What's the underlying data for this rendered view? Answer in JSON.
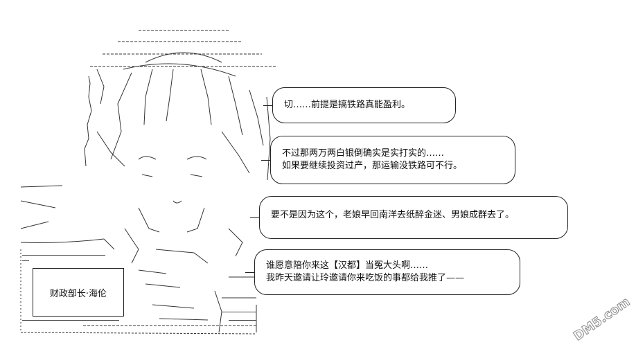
{
  "bubbles": [
    {
      "lines": [
        "切……前提是搞铁路真能盈利。"
      ]
    },
    {
      "lines": [
        "不过那两万两白银倒确实是实打实的……",
        "如果要继续投资过产，那运输没铁路可不行。"
      ]
    },
    {
      "lines": [
        "要不是因为这个，老娘早回南洋去纸醉金迷、男娘成群去了。"
      ]
    },
    {
      "lines": [
        "谁愿意陪你来这【汉都】当冤大头啊……",
        "我昨天邀请让玲邀请你来吃饭的事都给我推了——"
      ]
    }
  ],
  "nameplate": "财政部长·海伦",
  "watermark": "DM5.com",
  "colors": {
    "ink": "#222222",
    "watermark": "#888888"
  }
}
